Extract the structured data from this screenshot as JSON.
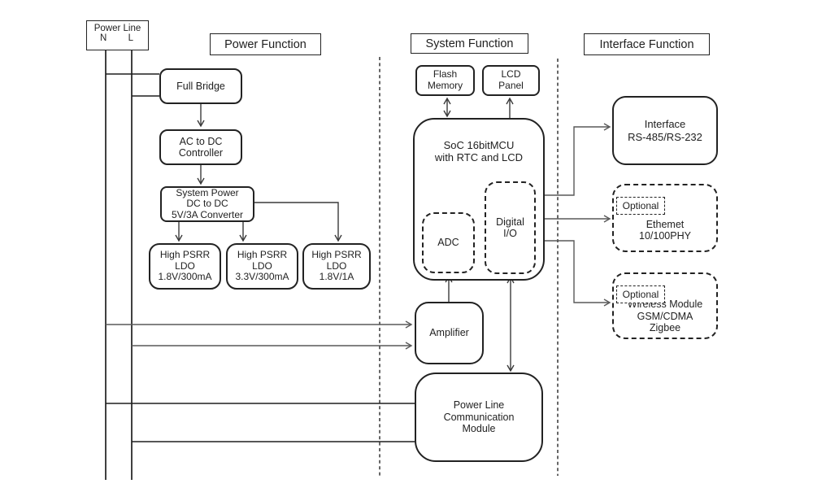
{
  "diagram": {
    "headers": {
      "power": "Power Function",
      "system": "System Function",
      "interface": "Interface Function"
    },
    "power_line": {
      "label": "Power Line",
      "n": "N",
      "l": "L"
    },
    "power_blocks": {
      "full_bridge": "Full Bridge",
      "ac_dc_controller": "AC to DC\nController",
      "system_power": "System Power\nDC to DC\n5V/3A Converter",
      "ldo_1v8_300ma": "High PSRR\nLDO\n1.8V/300mA",
      "ldo_3v3_300ma": "High PSRR\nLDO\n3.3V/300mA",
      "ldo_1v8_1a": "High PSRR\nLDO\n1.8V/1A"
    },
    "system_blocks": {
      "flash_memory": "Flash\nMemory",
      "lcd_panel": "LCD\nPanel",
      "soc": "SoC 16bitMCU\nwith RTC and LCD",
      "adc": "ADC",
      "digital_io": "Digital\nI/O",
      "amplifier": "Amplifier",
      "plc_module": "Power Line\nCommunication\nModule"
    },
    "interface_blocks": {
      "rs_interface": "Interface\nRS-485/RS-232",
      "optional": "Optional",
      "ethernet": "Ethemet\n10/100PHY",
      "wireless": "Wireless Module\nGSM/CDMA\nZigbee"
    },
    "colors": {
      "box_border": "#222222",
      "connector_black": "#1f1f1f",
      "connector_dark": "#3a3a3a",
      "connector_gray": "#595959",
      "background": "#ffffff"
    }
  }
}
